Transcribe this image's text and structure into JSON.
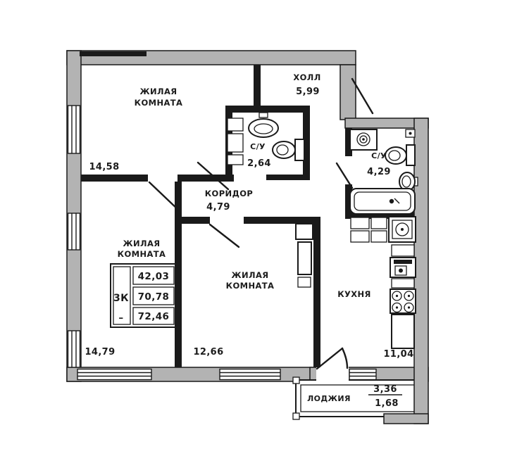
{
  "plan": {
    "title": "apartment-floor-plan",
    "rooms": {
      "living_top": {
        "line1": "ЖИЛАЯ",
        "line2": "КОМНАТА",
        "area": "14,58"
      },
      "hall": {
        "name": "ХОЛЛ",
        "area": "5,99"
      },
      "wc_small": {
        "name": "С/У",
        "area": "2,64"
      },
      "wc_large": {
        "name": "С/У",
        "area": "4,29"
      },
      "corridor": {
        "name": "КОРИДОР",
        "area": "4,79"
      },
      "living_left": {
        "line1": "ЖИЛАЯ",
        "line2": "КОМНАТА",
        "area": "14,79"
      },
      "living_mid": {
        "line1": "ЖИЛАЯ",
        "line2": "КОМНАТА",
        "area": "12,66"
      },
      "kitchen": {
        "name": "КУХНЯ",
        "area": "11,04"
      },
      "loggia": {
        "name": "ЛОДЖИЯ",
        "area_total": "3,36",
        "area_counted": "1,68"
      }
    },
    "info_table": {
      "apartment_type": "3К",
      "dash": "–",
      "rows": [
        "42,03",
        "70,78",
        "72,46"
      ]
    },
    "colors": {
      "wall_fill": "#b3b3b3",
      "line": "#1a1a1a",
      "background": "#ffffff"
    }
  }
}
